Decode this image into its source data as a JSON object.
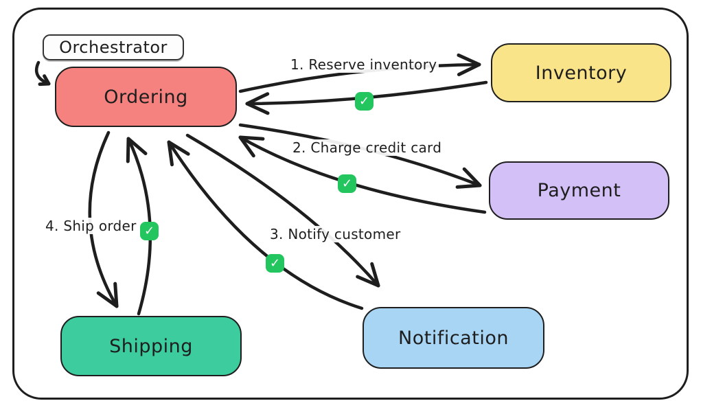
{
  "diagram": {
    "annotation": {
      "label": "Orchestrator"
    },
    "nodes": [
      {
        "id": "ordering",
        "label": "Ordering",
        "color": "#f5827e"
      },
      {
        "id": "inventory",
        "label": "Inventory",
        "color": "#fae489"
      },
      {
        "id": "payment",
        "label": "Payment",
        "color": "#d2c0f7"
      },
      {
        "id": "notification",
        "label": "Notification",
        "color": "#a8d5f4"
      },
      {
        "id": "shipping",
        "label": "Shipping",
        "color": "#3dcc9d"
      }
    ],
    "edges": [
      {
        "step": "1",
        "label": "1. Reserve inventory",
        "from": "Ordering",
        "to": "Inventory",
        "ack_icon": "check"
      },
      {
        "step": "2",
        "label": "2. Charge credit card",
        "from": "Ordering",
        "to": "Payment",
        "ack_icon": "check"
      },
      {
        "step": "3",
        "label": "3. Notify customer",
        "from": "Ordering",
        "to": "Notification",
        "ack_icon": "check"
      },
      {
        "step": "4",
        "label": "4. Ship order",
        "from": "Ordering",
        "to": "Shipping",
        "ack_icon": "check"
      }
    ],
    "icons": {
      "check": "✓"
    },
    "colors": {
      "stroke": "#1e1e1e",
      "check_badge": "#22c55e",
      "annotation_bg": "#fdfdfd",
      "background": "#ffffff"
    }
  }
}
